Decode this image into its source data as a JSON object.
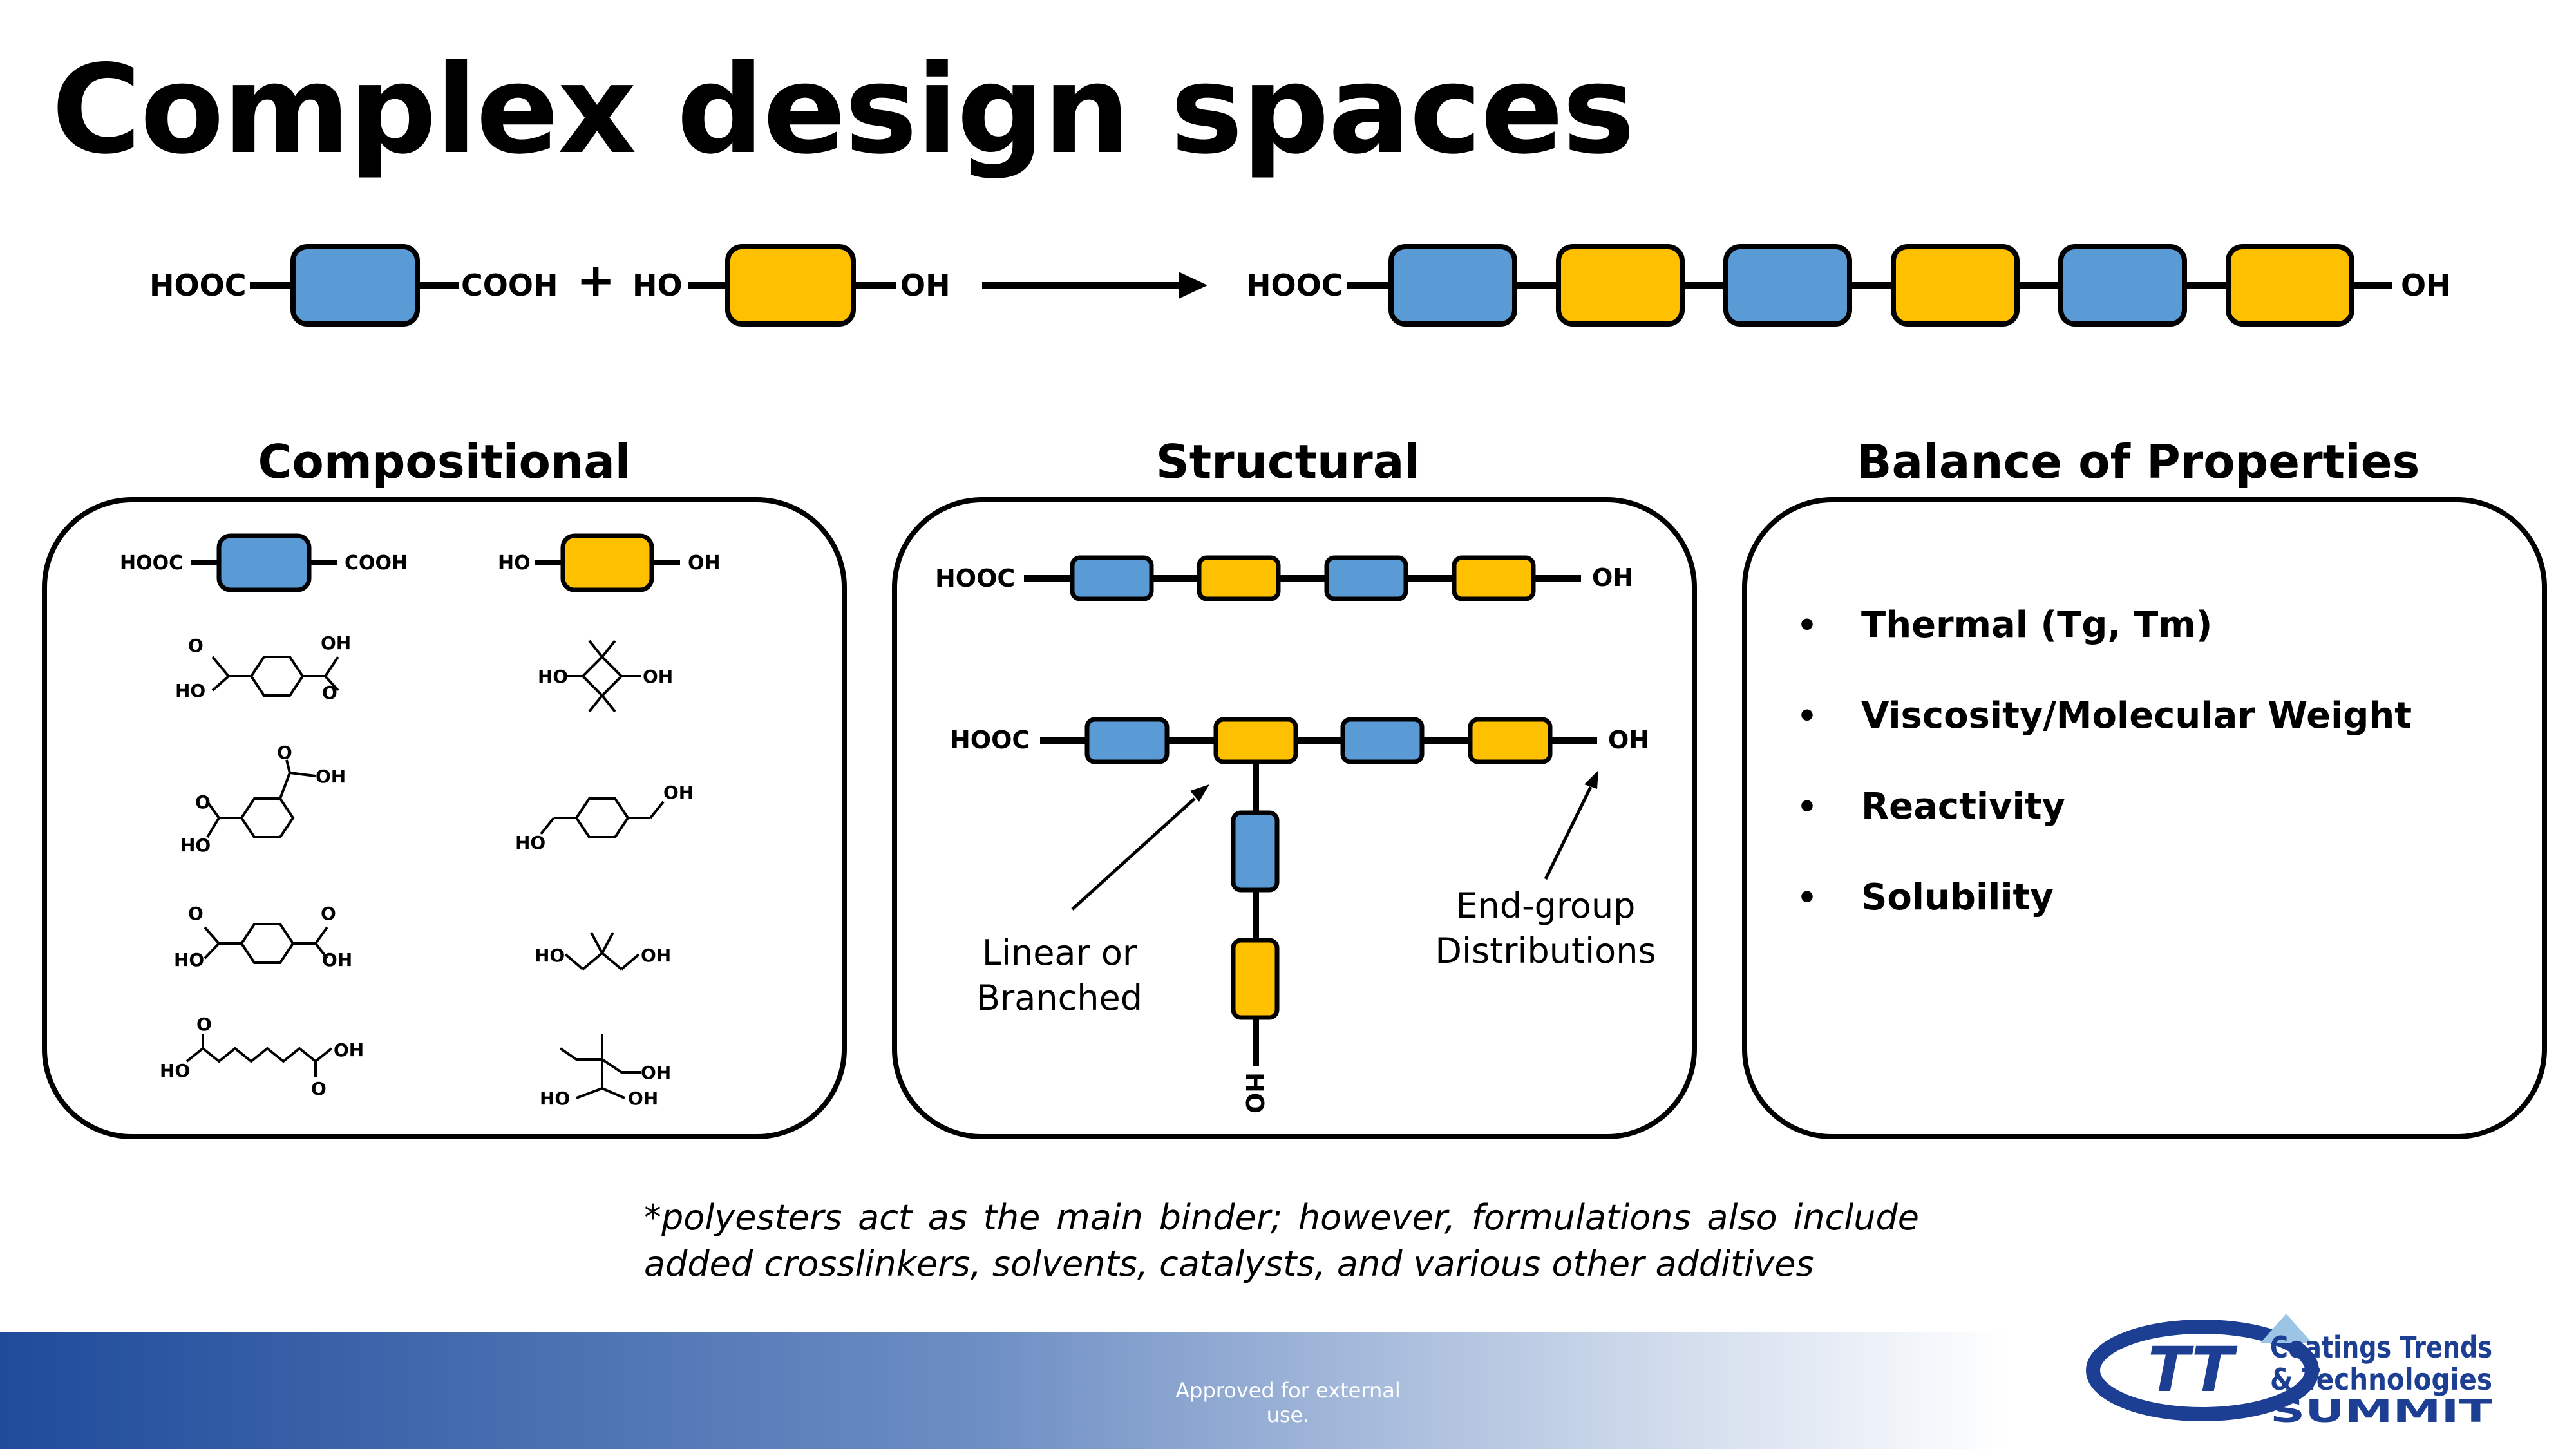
{
  "title": "Complex design spaces",
  "reaction": {
    "acid_left": "HOOC",
    "acid_right": "COOH",
    "plus": "+",
    "diol_left": "HO",
    "diol_right": "OH",
    "product_left": "HOOC",
    "product_right": "OH"
  },
  "sections": {
    "compositional": "Compositional",
    "structural": "Structural",
    "balance": "Balance of Properties"
  },
  "compositional": {
    "acid_left": "HOOC",
    "acid_right": "COOH",
    "diol_left": "HO",
    "diol_right": "OH",
    "acids": [
      {
        "labels": [
          "O",
          "OH",
          "HO",
          "O"
        ]
      },
      {
        "labels": [
          "O",
          "OH",
          "O",
          "HO"
        ]
      },
      {
        "labels": [
          "O",
          "O",
          "HO",
          "OH"
        ]
      },
      {
        "labels": [
          "O",
          "HO",
          "OH",
          "O"
        ]
      }
    ],
    "diols": [
      {
        "labels": [
          "HO",
          "OH"
        ]
      },
      {
        "labels": [
          "OH",
          "HO"
        ]
      },
      {
        "labels": [
          "HO",
          "OH"
        ]
      },
      {
        "labels": [
          "OH",
          "HO",
          "OH"
        ]
      }
    ]
  },
  "structural": {
    "linear_left": "HOOC",
    "linear_right": "OH",
    "branched_left": "HOOC",
    "branched_right": "OH",
    "branch_end": "HO",
    "caption_linear": [
      "Linear or",
      "Branched"
    ],
    "caption_end": [
      "End-group",
      "Distributions"
    ]
  },
  "properties": [
    "Thermal (Tg, Tm)",
    "Viscosity/Molecular Weight",
    "Reactivity",
    "Solubility"
  ],
  "bullet": "•",
  "footnote": "*polyesters act as the main binder; however, formulations also include added crosslinkers, solvents, catalysts, and various other additives",
  "footer_note": "Approved for external use.",
  "logo": {
    "letters": "TT",
    "line1": "Coatings Trends",
    "line2": "& Technologies",
    "line3": "SUMMIT"
  },
  "colors": {
    "blue": "#5b9bd5",
    "yellow": "#ffc000",
    "footer_dark": "#1f4b9a",
    "logo_blue": "#1c3f93"
  }
}
